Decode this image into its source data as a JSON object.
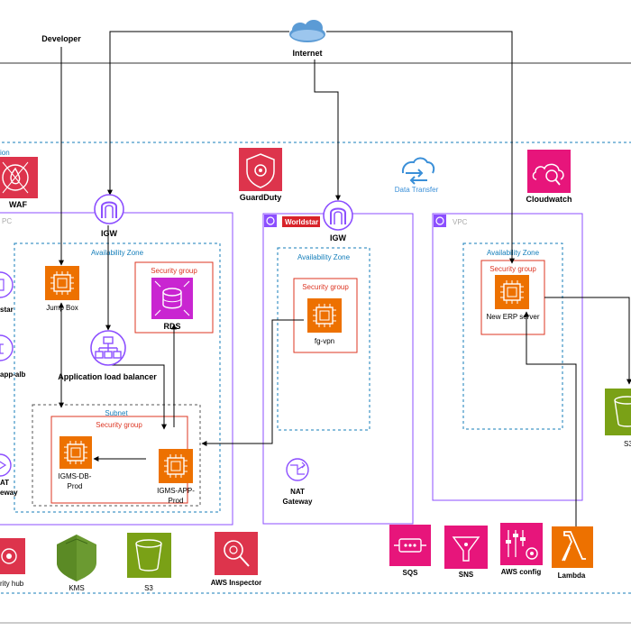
{
  "labels": {
    "developer": "Developer",
    "internet": "Internet",
    "region_partial": "ion",
    "waf": "WAF",
    "vpc_left_partial": "PC",
    "guardduty": "GuardDuty",
    "data_transfer": "Data Transfer",
    "cloudwatch": "Cloudwatch",
    "igw_left": "IGW",
    "igw_mid": "IGW",
    "worldstar_tag": "Worldstar",
    "vpc_right": "VPC",
    "az_left": "Availability Zone",
    "az_mid": "Availability Zone",
    "az_right": "Availability Zone",
    "jump_box": "Jump Box",
    "sg_rds": "Security group",
    "rds": "RDS",
    "sg_vpn": "Security group",
    "fg_vpn": "fg-vpn",
    "sg_erp": "Security group",
    "new_erp": "New ERP server",
    "alb": "Application load balancer",
    "subnet": "Subnet",
    "sg_subnet": "Security group",
    "igms_db_line1": "IGMS-DB-",
    "igms_db_line2": "Prod",
    "igms_app_line1": "IGMS-APP-",
    "igms_app_line2": "Prod",
    "left_star": "star",
    "left_app_alb": "app-alb",
    "left_nat_line1": "AT",
    "left_nat_line2": "eway",
    "nat_mid_line1": "NAT",
    "nat_mid_line2": "Gateway",
    "s3_right": "S3",
    "security_hub": "rity hub",
    "kms": "KMS",
    "s3_bottom": "S3",
    "aws_inspector": "AWS Inspector",
    "sqs": "SQS",
    "sns": "SNS",
    "aws_config": "AWS config",
    "lambda": "Lambda"
  },
  "colors": {
    "security_red": "#dd344c",
    "compute_orange": "#ed7100",
    "database_magenta": "#c925d1",
    "network_purple": "#8c4fff",
    "storage_green": "#7aa116",
    "management_pink": "#e7157b",
    "az_blue": "#147eba",
    "sg_red": "#dd3522",
    "worldstar_red": "#d8232a",
    "line_black": "#000000"
  },
  "icons": {
    "waf": "shield-fire-icon",
    "guardduty": "guardduty-shield-icon",
    "cloudwatch": "cloud-search-icon",
    "data_transfer": "sync-cloud-icon",
    "igw": "arch-gateway-icon",
    "ec2": "chip-icon",
    "rds": "database-icon",
    "alb": "hierarchy-icon",
    "nat": "nat-gateway-icon",
    "s3": "bucket-icon",
    "kms": "shield-key-icon",
    "inspector": "magnifier-icon",
    "sqs": "queue-icon",
    "sns": "funnel-icon",
    "config": "sliders-gear-icon",
    "lambda": "lambda-icon",
    "internet": "cloud-icon"
  }
}
